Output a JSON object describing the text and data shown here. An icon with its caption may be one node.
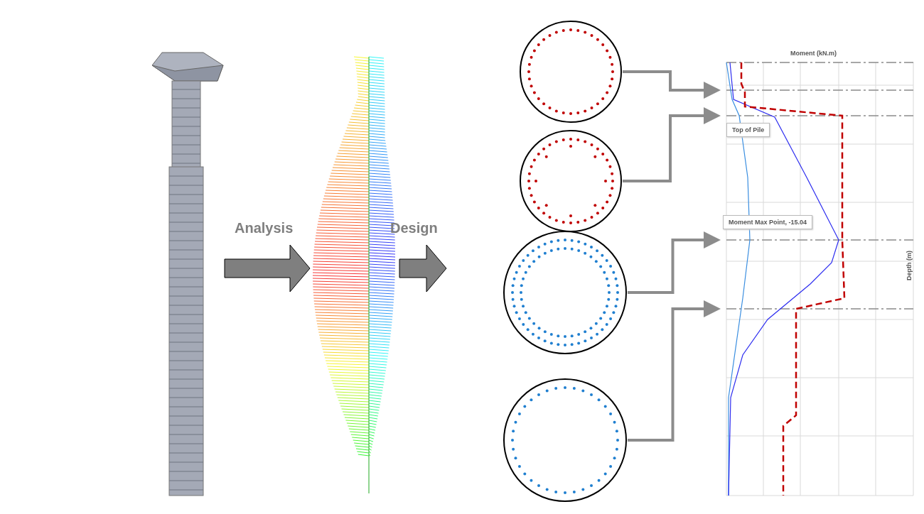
{
  "diagram": {
    "nodes": [
      {
        "text": [],
        "shape": "picture"
      },
      {
        "text": [],
        "shape": "picture"
      },
      {
        "text": [],
        "shape": "circle"
      },
      {
        "text": [],
        "shape": "circle"
      },
      {
        "text": [],
        "shape": "circle"
      },
      {
        "text": [],
        "shape": "circle"
      },
      {
        "text": [],
        "shape": "picture"
      },
      {
        "text": [
          "Top of Pile"
        ],
        "in": 6
      },
      {
        "text": [
          "Moment Max Point, -15.04"
        ],
        "in": 6
      }
    ],
    "edges": [
      {
        "from": 0,
        "to": 1,
        "arrow": "to",
        "label": "Analysis",
        "style": "thick"
      },
      {
        "from": 1,
        "to": null,
        "arrow": "to",
        "label": "Design",
        "style": "thick"
      },
      {
        "from": 2,
        "to": 6,
        "arrow": "to"
      },
      {
        "from": 3,
        "to": 6,
        "arrow": "to"
      },
      {
        "from": 4,
        "to": 6,
        "arrow": "to"
      },
      {
        "from": 5,
        "to": 6,
        "arrow": "to"
      }
    ],
    "labels": [
      "Moment (kN.m)",
      "Depth (m)"
    ]
  }
}
